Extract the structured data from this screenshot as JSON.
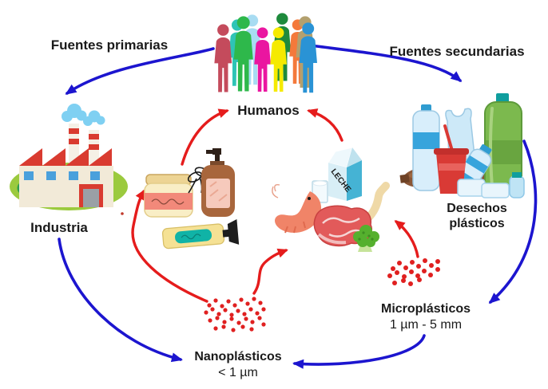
{
  "labels": {
    "fuentes_primarias": "Fuentes primarias",
    "fuentes_secundarias": "Fuentes secundarias",
    "humanos": "Humanos",
    "industria": "Industria",
    "desechos_line1": "Desechos",
    "desechos_line2": "plásticos",
    "microplasticos": "Microplásticos",
    "microplasticos_size": "1 µm - 5 mm",
    "nanoplasticos": "Nanoplásticos",
    "nanoplasticos_size": "< 1 µm"
  },
  "illustrations": {
    "milk_carton_text": "LECHE"
  },
  "colors": {
    "cycle_arrow_blue": "#1c15cf",
    "exposure_arrow_red": "#e51c1c",
    "plastic_dots_red": "#e02020",
    "label_text": "#1a1a1a"
  },
  "people_palette": [
    "#2ec4b6",
    "#a8dcf2",
    "#1e8a3c",
    "#f4793b",
    "#b3a06e",
    "#c44b5c",
    "#2eb84b",
    "#ea16a0",
    "#f5ea00",
    "#2a93d5"
  ]
}
